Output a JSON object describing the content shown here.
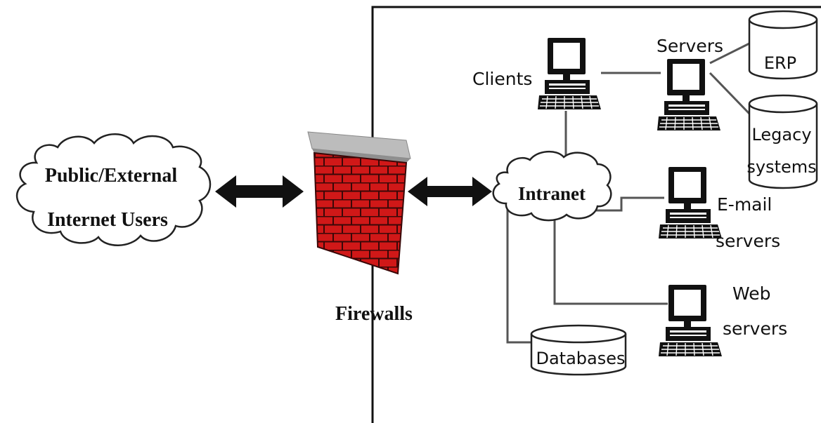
{
  "external": {
    "line1": "Public/External",
    "line2": "Internet Users"
  },
  "firewall": {
    "label": "Firewalls"
  },
  "intranet": {
    "label": "Intranet"
  },
  "clients": {
    "label": "Clients"
  },
  "servers": {
    "label": "Servers"
  },
  "erp": {
    "label": "ERP"
  },
  "legacy": {
    "line1": "Legacy",
    "line2": "systems"
  },
  "email": {
    "line1": "E-mail",
    "line2": "servers"
  },
  "web": {
    "line1": "Web",
    "line2": "servers"
  },
  "databases": {
    "label": "Databases"
  },
  "colors": {
    "brick": "#d01818",
    "mortar": "#3a0808",
    "cap": "#bcbcbc",
    "line": "#555555"
  }
}
